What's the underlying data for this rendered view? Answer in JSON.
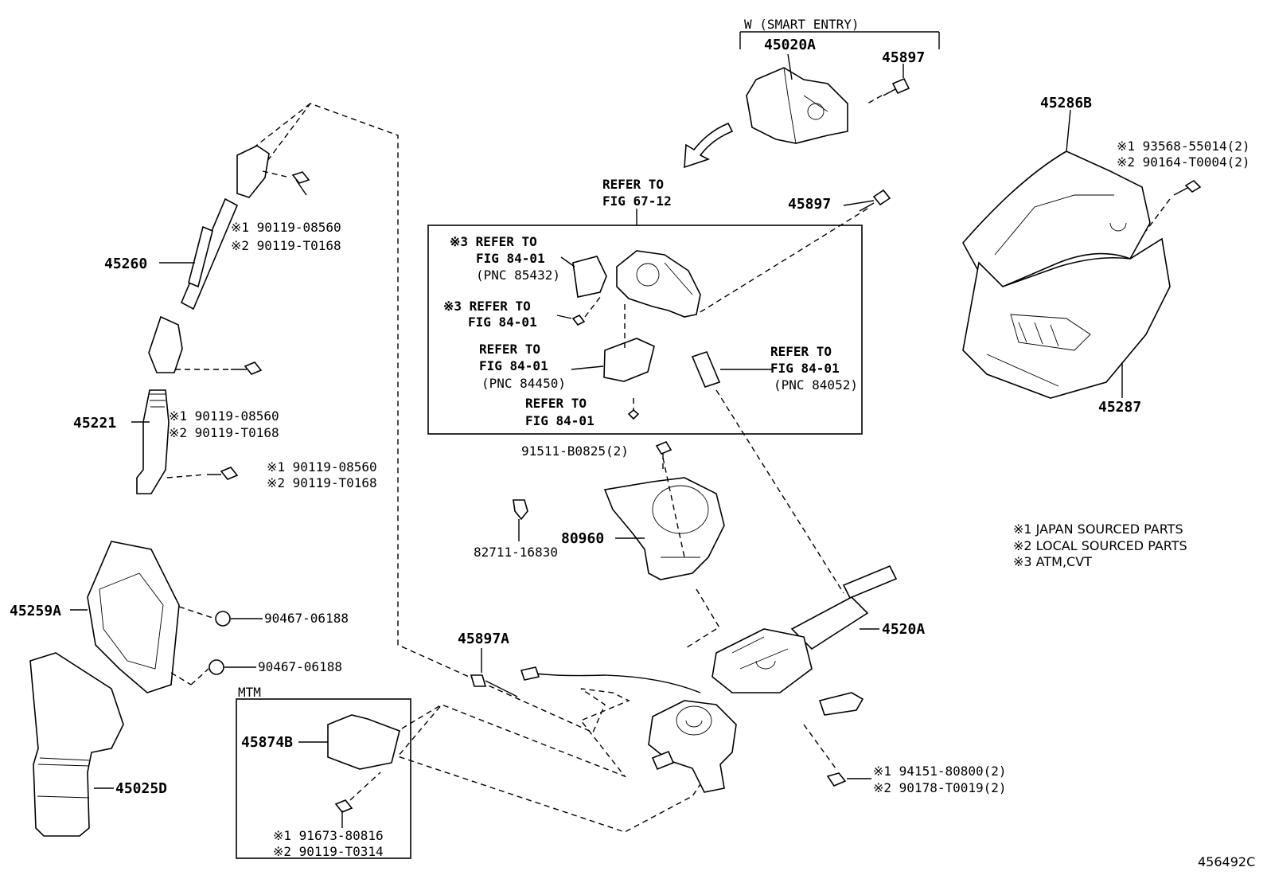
{
  "labels": {
    "smart_entry": "W (SMART ENTRY)",
    "p45020A": "45020A",
    "p45897_top": "45897",
    "p45897_mid": "45897",
    "p45286B": "45286B",
    "p45287": "45287",
    "r_93568a": "※1 93568-55014(2)",
    "r_90164": "※2 90164-T0004(2)",
    "refer_top_1": "REFER TO",
    "refer_top_2": "FIG 67-12",
    "b1_l1": "※3 REFER TO",
    "b1_l2": "FIG 84-01",
    "b1_l3": "(PNC 85432)",
    "b2_l1": "※3 REFER TO",
    "b2_l2": "FIG 84-01",
    "b3_l1": "REFER TO",
    "b3_l2": "FIG 84-01",
    "b3_l3": "(PNC 84450)",
    "b4_l1": "REFER TO",
    "b4_l2": "FIG 84-01",
    "b5_l1": "REFER TO",
    "b5_l2": "FIG 84-01",
    "b5_l3": "(PNC 84052)",
    "p91511": "91511-B0825(2)",
    "p82711": "82711-16830",
    "p80960": "80960",
    "p45260": "45260",
    "s1_a": "※1 90119-08560",
    "s1_b": "※2 90119-T0168",
    "s2_a": "※1 90119-08560",
    "s2_b": "※2 90119-T0168",
    "s3_a": "※1 90119-08560",
    "s3_b": "※2 90119-T0168",
    "p45221": "45221",
    "p45259A": "45259A",
    "p90467_a": "90467-06188",
    "p90467_b": "90467-06188",
    "p45025D": "45025D",
    "mtm": "MTM",
    "p45874B": "45874B",
    "m_a": "※1 91673-80816",
    "m_b": "※2 90119-T0314",
    "p45897A": "45897A",
    "p4520A": "4520A",
    "n_a": "※1 94151-80800(2)",
    "n_b": "※2 90178-T0019(2)",
    "legend1": "※1 JAPAN SOURCED PARTS",
    "legend2": "※2 LOCAL SOURCED PARTS",
    "legend3": "※3 ATM,CVT",
    "fig_id": "456492C"
  }
}
